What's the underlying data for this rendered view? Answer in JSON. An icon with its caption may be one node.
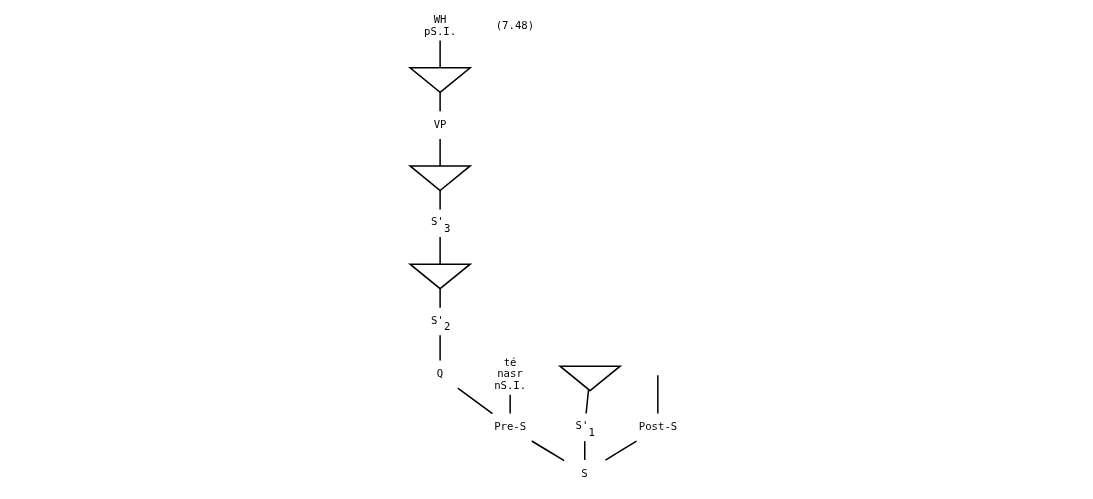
{
  "diagram": {
    "nodes": [
      {
        "text": [
          "WH",
          "pS.I."
        ]
      },
      {
        "text": [],
        "shape": "triangle"
      },
      {
        "text": [
          "VP"
        ]
      },
      {
        "text": [],
        "shape": "triangle"
      },
      {
        "text": [
          "S'$_{3}$"
        ]
      },
      {
        "text": [],
        "shape": "triangle"
      },
      {
        "text": [
          "S'$_{2}$"
        ]
      },
      {
        "text": [
          "Q"
        ]
      },
      {
        "text": [
          "té",
          "nasr",
          "nS.I."
        ]
      },
      {
        "text": [
          "Pre-S"
        ]
      },
      {
        "text": [],
        "shape": "triangle"
      },
      {
        "text": [
          "S'$_{1}$"
        ]
      },
      {
        "text": [
          "Post-S"
        ]
      },
      {
        "text": [
          "S"
        ]
      }
    ],
    "edges": [
      {
        "from": 1,
        "to": 0,
        "arrow": "none"
      },
      {
        "from": 2,
        "to": 1,
        "arrow": "none"
      },
      {
        "from": 3,
        "to": 2,
        "arrow": "none"
      },
      {
        "from": 4,
        "to": 3,
        "arrow": "none"
      },
      {
        "from": 5,
        "to": 4,
        "arrow": "none"
      },
      {
        "from": 6,
        "to": 5,
        "arrow": "none"
      },
      {
        "from": 7,
        "to": 6,
        "arrow": "none"
      },
      {
        "from": 9,
        "to": 7,
        "arrow": "none"
      },
      {
        "from": 9,
        "to": 8,
        "arrow": "none"
      },
      {
        "from": 13,
        "to": 9,
        "arrow": "none"
      },
      {
        "from": 11,
        "to": 10,
        "arrow": "none"
      },
      {
        "from": 13,
        "to": 11,
        "arrow": "none"
      },
      {
        "from": 13,
        "to": 12,
        "arrow": "none"
      },
      {
        "from": 12,
        "to": null,
        "arrow": "none"
      }
    ],
    "labels": [
      "(7.48)"
    ]
  }
}
